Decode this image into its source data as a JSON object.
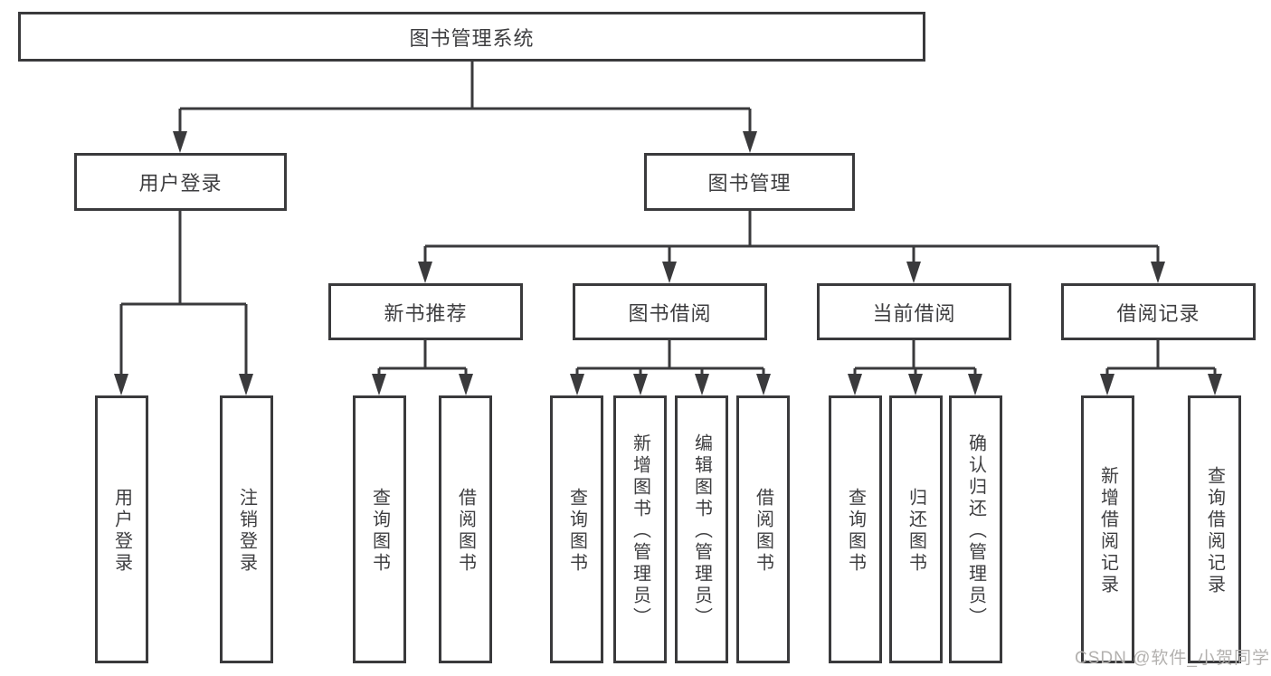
{
  "root": {
    "label": "图书管理系统"
  },
  "level2": {
    "user_login": {
      "label": "用户登录"
    },
    "book_management": {
      "label": "图书管理"
    }
  },
  "level3": {
    "new_book_recommend": {
      "label": "新书推荐"
    },
    "book_borrow": {
      "label": "图书借阅"
    },
    "current_borrow": {
      "label": "当前借阅"
    },
    "borrow_record": {
      "label": "借阅记录"
    }
  },
  "leaves": {
    "user_login": {
      "login": "用户登录",
      "logout": "注销登录"
    },
    "new_book_recommend": {
      "query": "查询图书",
      "borrow": "借阅图书"
    },
    "book_borrow": {
      "query": "查询图书",
      "add": "新增图书（管理员）",
      "edit": "编辑图书（管理员）",
      "borrow": "借阅图书"
    },
    "current_borrow": {
      "query": "查询图书",
      "return": "归还图书",
      "confirm": "确认归还（管理员）"
    },
    "borrow_record": {
      "add": "新增借阅记录",
      "query": "查询借阅记录"
    }
  },
  "watermark": {
    "text": "CSDN @软件_小贺同学"
  },
  "colors": {
    "line": "#3a3a3c",
    "text": "#3e3e40",
    "watermark": "#b3b1af",
    "background": "#ffffff"
  }
}
